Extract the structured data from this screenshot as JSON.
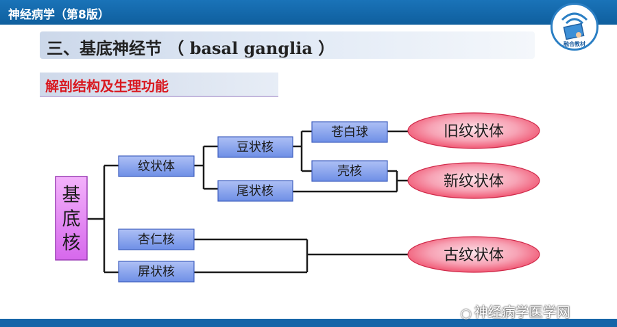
{
  "slide": {
    "header_title": "神经病学（第8版）",
    "logo_text": "融合教材",
    "heading_cn": "三、基底神经节",
    "heading_en": "（ basal ganglia ）",
    "subheading": "解剖结构及生理功能",
    "watermark": "神经病学医学网"
  },
  "colors": {
    "header": "#1565a8",
    "box_fill": "#7c9bea",
    "root_fill": "#e07ff0",
    "ellipse_fill": "#f04a6a",
    "subheading": "#d9181f"
  },
  "icons": {
    "watermark_icon": "wechat-icon",
    "logo_icon": "touch-screen-icon"
  },
  "diagram": {
    "root": [
      "基",
      "底",
      "核"
    ],
    "nodes": {
      "striatum": "纹状体",
      "lentiform": "豆状核",
      "caudate": "尾状核",
      "globus_pallidus": "苍白球",
      "putamen": "壳核",
      "amygdala": "杏仁核",
      "claustrum": "屏状核"
    },
    "groups": {
      "paleostriatum": "旧纹状体",
      "neostriatum": "新纹状体",
      "archistriatum": "古纹状体"
    }
  }
}
